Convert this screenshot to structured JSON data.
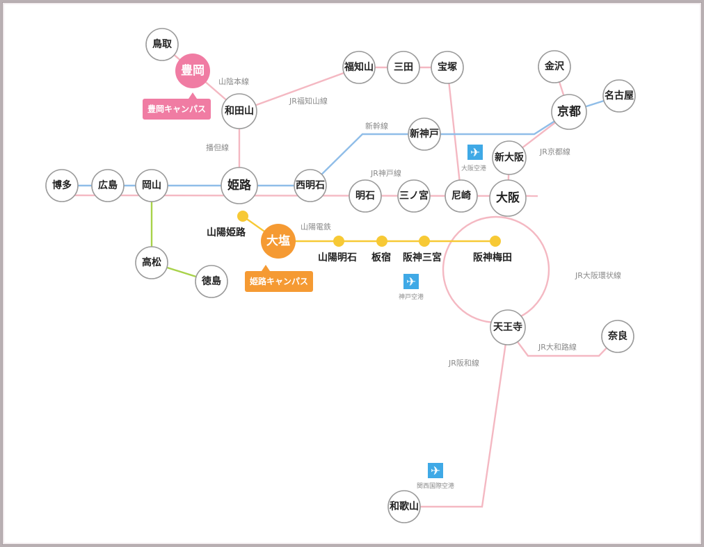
{
  "colors": {
    "jr": "#f4b8c2",
    "shinkansen": "#8fbde8",
    "sanyo": "#f7c935",
    "tokushima": "#a8d24a",
    "station_border": "#999999",
    "toyooka": "#f07ca3",
    "ohshio": "#f59a33",
    "airport": "#3fa9e6"
  },
  "stations": {
    "tottori": "鳥取",
    "wadayama": "和田山",
    "fukuchiyama": "福知山",
    "sanda": "三田",
    "takarazuka": "宝塚",
    "kanazawa": "金沢",
    "kyoto": "京都",
    "nagoya": "名古屋",
    "shinkobe": "新神戸",
    "shinosaka": "新大阪",
    "hakata": "博多",
    "hiroshima": "広島",
    "okayama": "岡山",
    "himeji": "姫路",
    "nishiakashi": "西明石",
    "akashi": "明石",
    "sannomiya": "三ノ宮",
    "amagasaki": "尼崎",
    "osaka": "大阪",
    "takamatsu": "高松",
    "tokushima": "徳島",
    "tennoji": "天王寺",
    "nara": "奈良",
    "wakayama": "和歌山"
  },
  "sanyo_stations": {
    "sanyo_himeji": "山陽姫路",
    "sanyo_akashi": "山陽明石",
    "itayado": "板宿",
    "hanshin_sannomiya": "阪神三宮",
    "hanshin_umeda": "阪神梅田"
  },
  "campuses": {
    "toyooka_station": "豊岡",
    "toyooka_label": "豊岡キャンパス",
    "ohshio_station": "大塩",
    "ohshio_label": "姫路キャンパス"
  },
  "lines": {
    "sanin": "山陰本線",
    "fukuchiyama": "JR福知山線",
    "bantan": "播但線",
    "shinkansen": "新幹線",
    "kobe": "JR神戸線",
    "kyoto": "JR京都線",
    "sanyo_dentetsu": "山陽電鉄",
    "osaka_loop": "JR大阪環状線",
    "yamatoji": "JR大和路線",
    "hanwa": "JR阪和線"
  },
  "airports": {
    "osaka": "大阪空港",
    "kobe": "神戸空港",
    "kansai": "関西国際空港"
  }
}
